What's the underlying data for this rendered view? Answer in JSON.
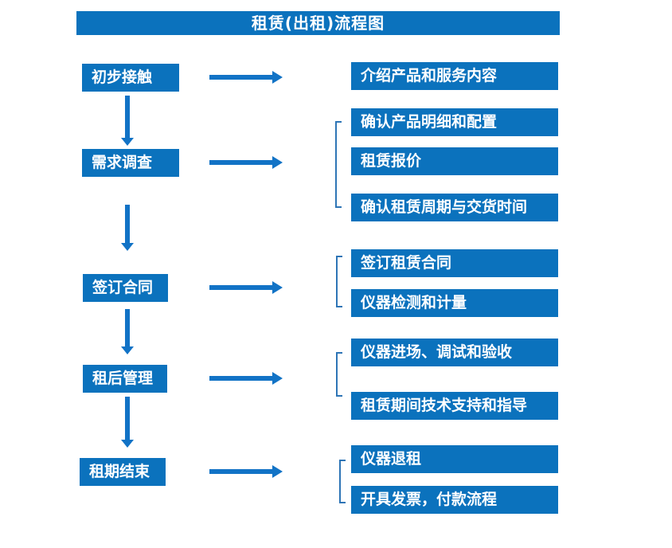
{
  "title": "租赁(出租)流程图",
  "colors": {
    "box_fill": "#0b72bd",
    "arrow": "#1273c6",
    "bracket": "#2e75b6",
    "text": "#ffffff",
    "background": "#ffffff"
  },
  "steps": [
    {
      "label": "初步接触",
      "details": [
        "介绍产品和服务内容"
      ]
    },
    {
      "label": "需求调查",
      "details": [
        "确认产品明细和配置",
        "租赁报价",
        "确认租赁周期与交货时间"
      ]
    },
    {
      "label": "签订合同",
      "details": [
        "签订租赁合同",
        "仪器检测和计量"
      ]
    },
    {
      "label": "租后管理",
      "details": [
        "仪器进场、调试和验收",
        "租赁期间技术支持和指导"
      ]
    },
    {
      "label": "租期结束",
      "details": [
        "仪器退租",
        "开具发票，付款流程"
      ]
    }
  ]
}
